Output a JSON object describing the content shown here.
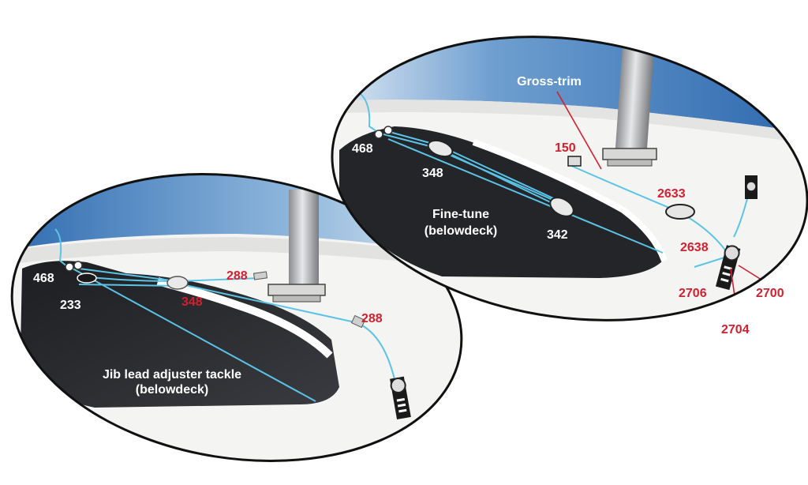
{
  "colors": {
    "part_number": "#d2202f",
    "white_label": "#ffffff",
    "black_label": "#111111",
    "sky_top": "#2d6ab0",
    "line": "#5bc3e6",
    "hull_dark": "#26272b",
    "deck": "#f3f3f2"
  },
  "left_panel": {
    "caption_line1": "Jib lead adjuster tackle",
    "caption_line2": "(belowdeck)",
    "label_468": "468",
    "label_233": "233",
    "label_348": "348",
    "label_288_a": "288",
    "label_288_b": "288"
  },
  "right_panel": {
    "title": "Gross-trim",
    "caption_line1": "Fine-tune",
    "caption_line2": "(belowdeck)",
    "label_468": "468",
    "label_348": "348",
    "label_342": "342",
    "label_150": "150",
    "label_2633": "2633",
    "label_2638": "2638",
    "label_2706": "2706",
    "label_2704": "2704",
    "label_2700": "2700"
  }
}
